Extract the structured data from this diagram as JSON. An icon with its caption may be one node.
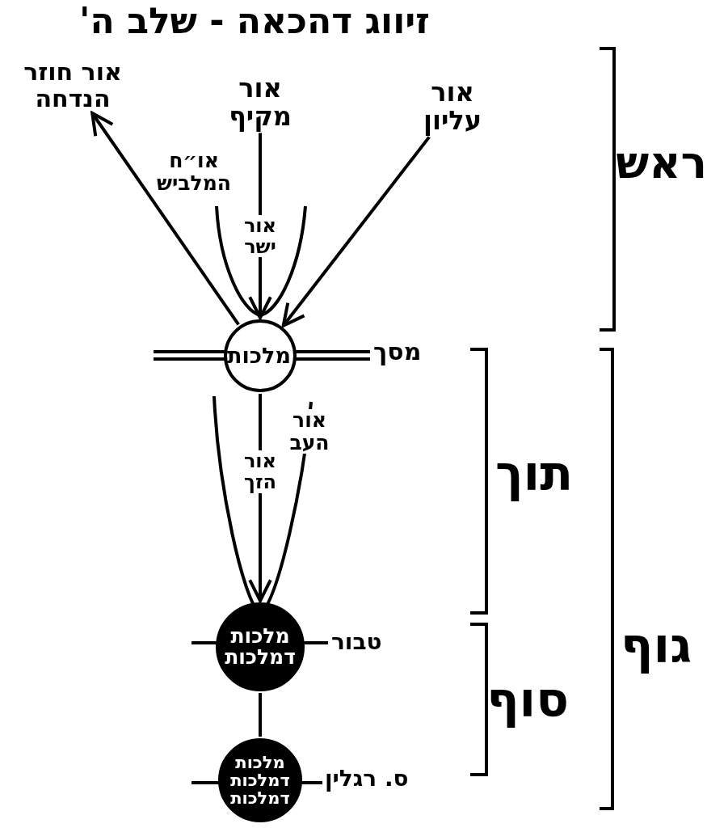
{
  "diagram": {
    "title": "זיווג דהכאה - שלב ה'",
    "nodes": [
      {
        "text": [
          "אור חוזר הנדחה"
        ]
      },
      {
        "text": [
          "אור מקיף"
        ]
      },
      {
        "text": [
          "אור עליון"
        ]
      },
      {
        "text": [
          "מלכות"
        ],
        "beside": [
          "מסך"
        ]
      },
      {
        "text": [
          "מלכות דמלכות"
        ],
        "beside": [
          "טבור"
        ]
      },
      {
        "text": [
          "מלכות דמלכות דמלכות"
        ],
        "beside": [
          "ס. רגלין"
        ]
      }
    ],
    "edges": [
      {
        "from": 2,
        "to": 3,
        "arrow": "to"
      },
      {
        "from": 3,
        "to": 0,
        "arrow": "to"
      },
      {
        "from": 1,
        "to": 3,
        "arrow": "to",
        "label": "אור ישר"
      },
      {
        "from": 3,
        "to": 4,
        "arrow": "to",
        "label": "אור הזך"
      },
      {
        "from": 4,
        "to": 5,
        "arrow": "none"
      }
    ],
    "labels": [
      "או״ח המלביש",
      "אור העב",
      "ראש",
      "תוך",
      "סוף",
      "גוף"
    ]
  }
}
